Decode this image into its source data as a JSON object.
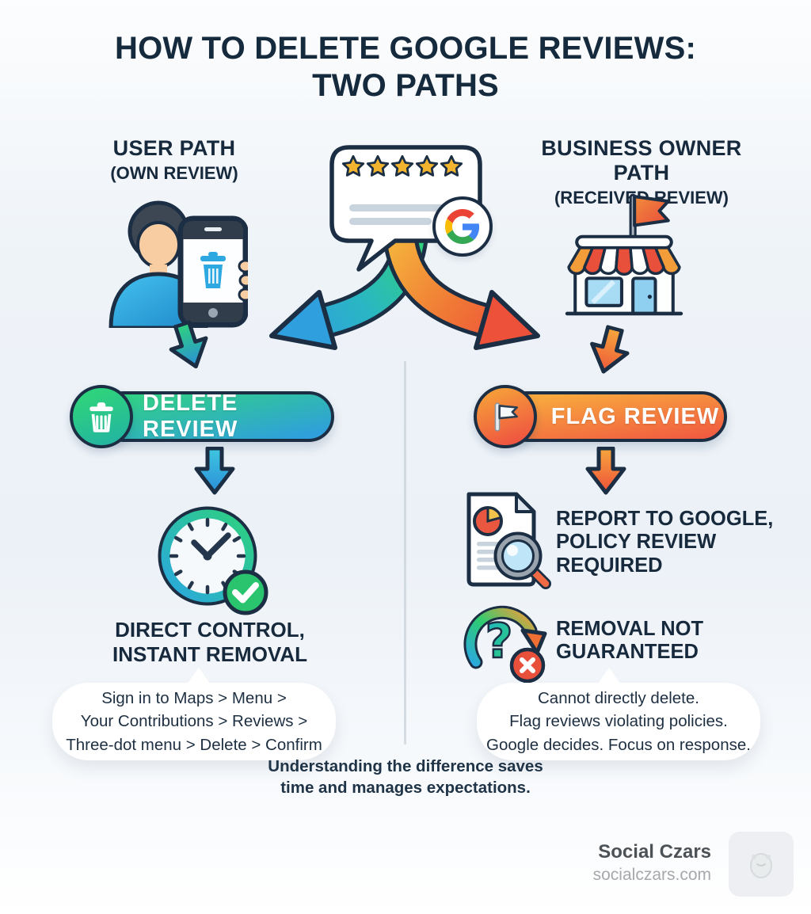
{
  "title": "HOW TO DELETE GOOGLE REVIEWS:\nTWO PATHS",
  "left_path": {
    "heading": "USER PATH",
    "subheading": "(OWN REVIEW)",
    "action_label": "DELETE REVIEW",
    "outcome": "DIRECT CONTROL,\nINSTANT REMOVAL",
    "steps": "Sign in to Maps > Menu >\nYour Contributions > Reviews >\nThree-dot menu > Delete > Confirm"
  },
  "right_path": {
    "heading": "BUSINESS OWNER PATH",
    "subheading": "(RECEIVED REVIEW)",
    "action_label": "FLAG REVIEW",
    "outcome_primary": "REPORT TO GOOGLE,\nPOLICY REVIEW\nREQUIRED",
    "outcome_secondary": "REMOVAL NOT\nGUARANTEED",
    "steps": "Cannot directly delete.\nFlag reviews violating policies.\nGoogle decides. Focus on response."
  },
  "review_card": {
    "star_count": 5,
    "brand": "Google"
  },
  "summary": "Understanding the difference saves\ntime and manages expectations.",
  "branding": {
    "name": "Social Czars",
    "website": "socialczars.com"
  },
  "icons": {
    "google_logo": "google-g",
    "review_bubble": "speech-bubble-with-5-stars",
    "user": "person-holding-phone-with-trash-icon",
    "business": "storefront-with-flag",
    "delete_action": "trash-can",
    "flag_action": "flag",
    "instant_outcome": "clock-with-green-checkmark",
    "report_outcome": "document-with-magnifying-glass",
    "uncertain_outcome": "question-mark-with-red-x"
  },
  "colors": {
    "navy": "#1b2e44",
    "teal": "#2ed17e",
    "blue": "#2f9fdd",
    "orange": "#f6a63c",
    "red": "#ef4f3a",
    "gold": "#f2b42e",
    "green_badge": "#2bc46e",
    "red_badge": "#e8503c"
  }
}
